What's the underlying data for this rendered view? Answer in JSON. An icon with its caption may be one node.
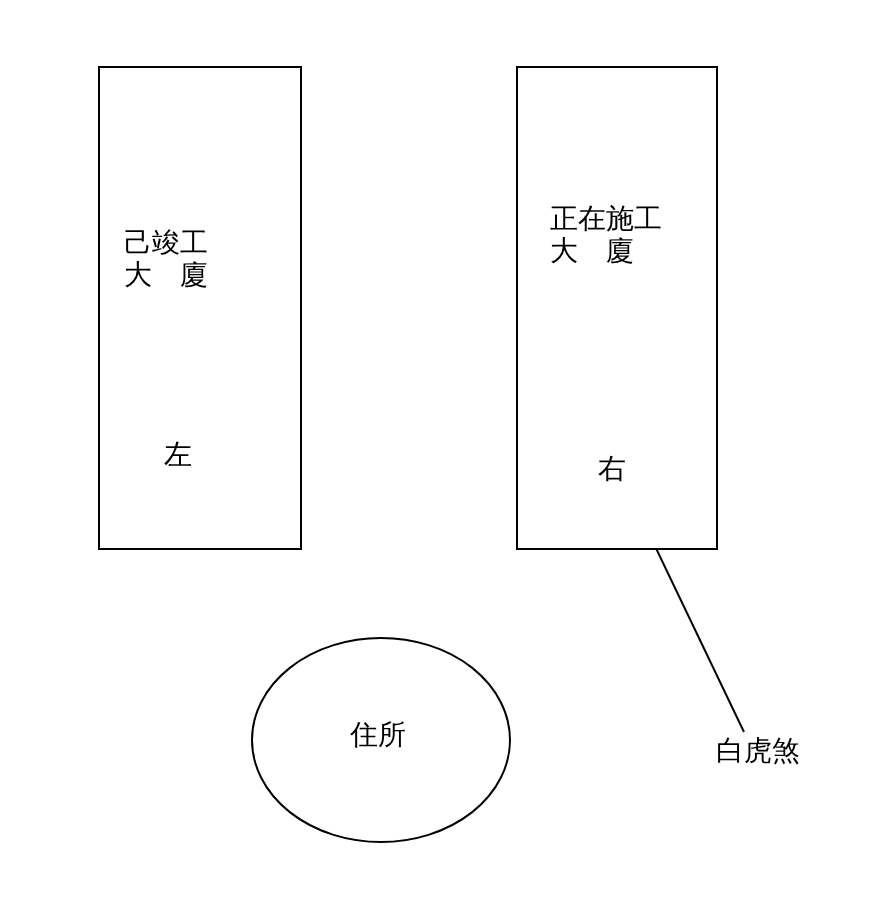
{
  "diagram": {
    "nodes": [
      {
        "text": [
          "己竣工",
          "大　廈",
          "左"
        ]
      },
      {
        "text": [
          "正在施工",
          "大　廈"
        ]
      },
      {
        "text": [
          "右"
        ],
        "in": 1
      },
      {
        "text": [
          "住所"
        ]
      },
      {
        "text": [
          "白虎煞"
        ]
      }
    ],
    "edges": [
      {
        "from": 4,
        "to": 2,
        "arrow": "none"
      }
    ]
  }
}
